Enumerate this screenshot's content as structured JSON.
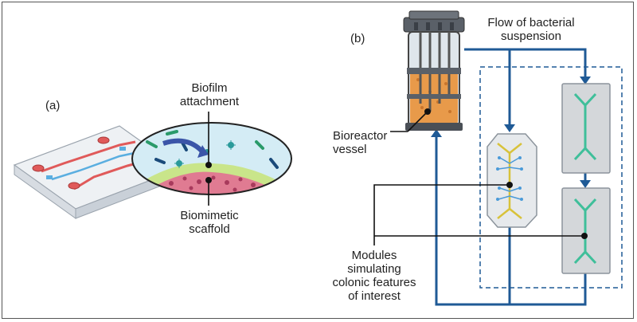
{
  "panel_a": {
    "label": "(a)",
    "biofilm_label": [
      "Biofilm",
      "attachment"
    ],
    "scaffold_label": [
      "Biomimetic",
      "scaffold"
    ]
  },
  "panel_b": {
    "label": "(b)",
    "flow_label": [
      "Flow of bacterial",
      "suspension"
    ],
    "vessel_label": [
      "Bioreactor",
      "vessel"
    ],
    "modules_label": [
      "Modules",
      "simulating",
      "colonic features",
      "of interest"
    ]
  },
  "colors": {
    "flow_blue": "#1f5a96",
    "chip_green": "#3fbf9a",
    "chip_yellow": "#d8c23a",
    "vessel_orange": "#e89a4a",
    "chip_red": "#e05a5a"
  }
}
